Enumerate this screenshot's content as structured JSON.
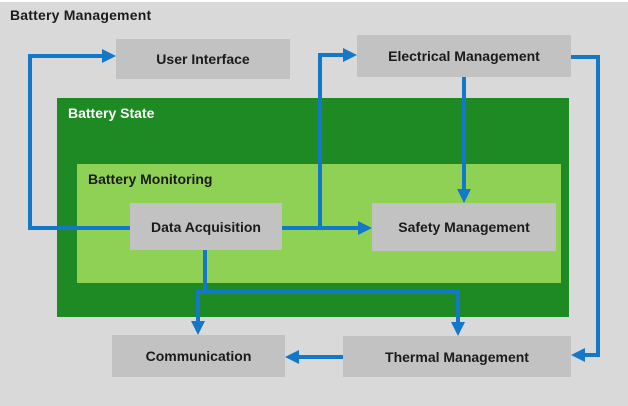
{
  "title": "Battery Management",
  "colors": {
    "background": "#d9d9d9",
    "node_fill": "#c2c2c2",
    "battery_state_fill": "#1e8a23",
    "battery_monitoring_fill": "#8fd154",
    "battery_state_label": "#ffffff",
    "arrow": "#1478c8",
    "text": "#1a1a1a"
  },
  "containers": {
    "battery_state": {
      "label": "Battery State"
    },
    "battery_monitoring": {
      "label": "Battery Monitoring"
    }
  },
  "nodes": {
    "user_interface": {
      "label": "User Interface"
    },
    "electrical_management": {
      "label": "Electrical Management"
    },
    "data_acquisition": {
      "label": "Data Acquisition"
    },
    "safety_management": {
      "label": "Safety Management"
    },
    "communication": {
      "label": "Communication"
    },
    "thermal_management": {
      "label": "Thermal Management"
    }
  },
  "edges": [
    {
      "from": "data-acquisition",
      "to": "user-interface"
    },
    {
      "from": "data-acquisition",
      "to": "electrical-management"
    },
    {
      "from": "data-acquisition",
      "to": "safety-management"
    },
    {
      "from": "electrical-management",
      "to": "safety-management"
    },
    {
      "from": "electrical-management",
      "to": "thermal-management"
    },
    {
      "from": "data-acquisition",
      "to": "communication"
    },
    {
      "from": "data-acquisition",
      "to": "thermal-management"
    },
    {
      "from": "thermal-management",
      "to": "communication"
    }
  ]
}
